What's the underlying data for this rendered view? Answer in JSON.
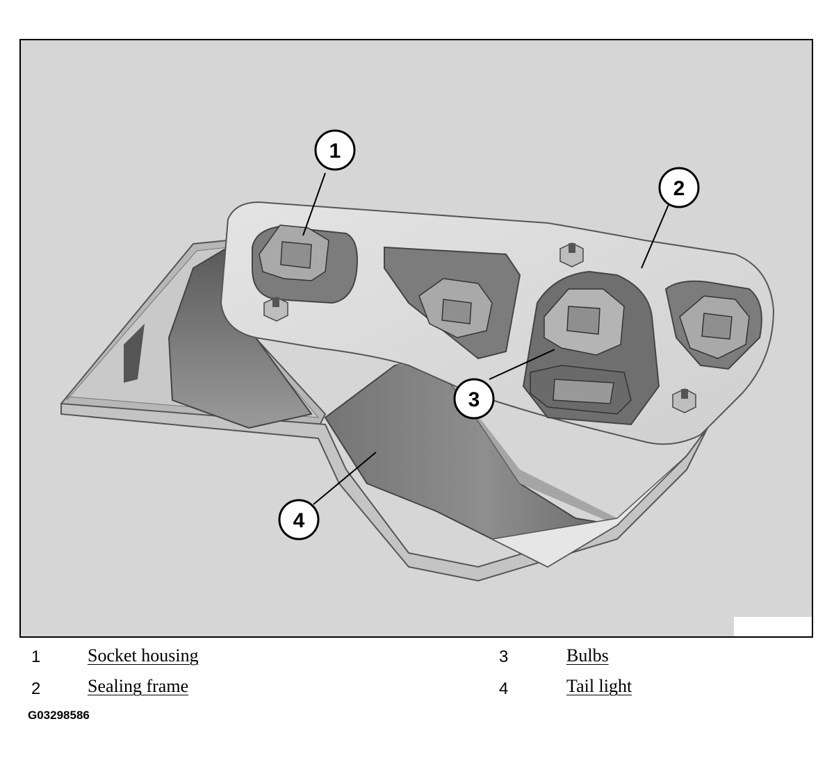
{
  "figure": {
    "background_color": "#d6d6d6",
    "frame_color": "#000000",
    "callouts": [
      {
        "number": "1"
      },
      {
        "number": "2"
      },
      {
        "number": "3"
      },
      {
        "number": "4"
      }
    ]
  },
  "legend": [
    {
      "number": "1",
      "label": "Socket housing"
    },
    {
      "number": "2",
      "label": "Sealing frame"
    },
    {
      "number": "3",
      "label": "Bulbs"
    },
    {
      "number": "4",
      "label": "Tail light"
    }
  ],
  "figure_id": "G03298586"
}
